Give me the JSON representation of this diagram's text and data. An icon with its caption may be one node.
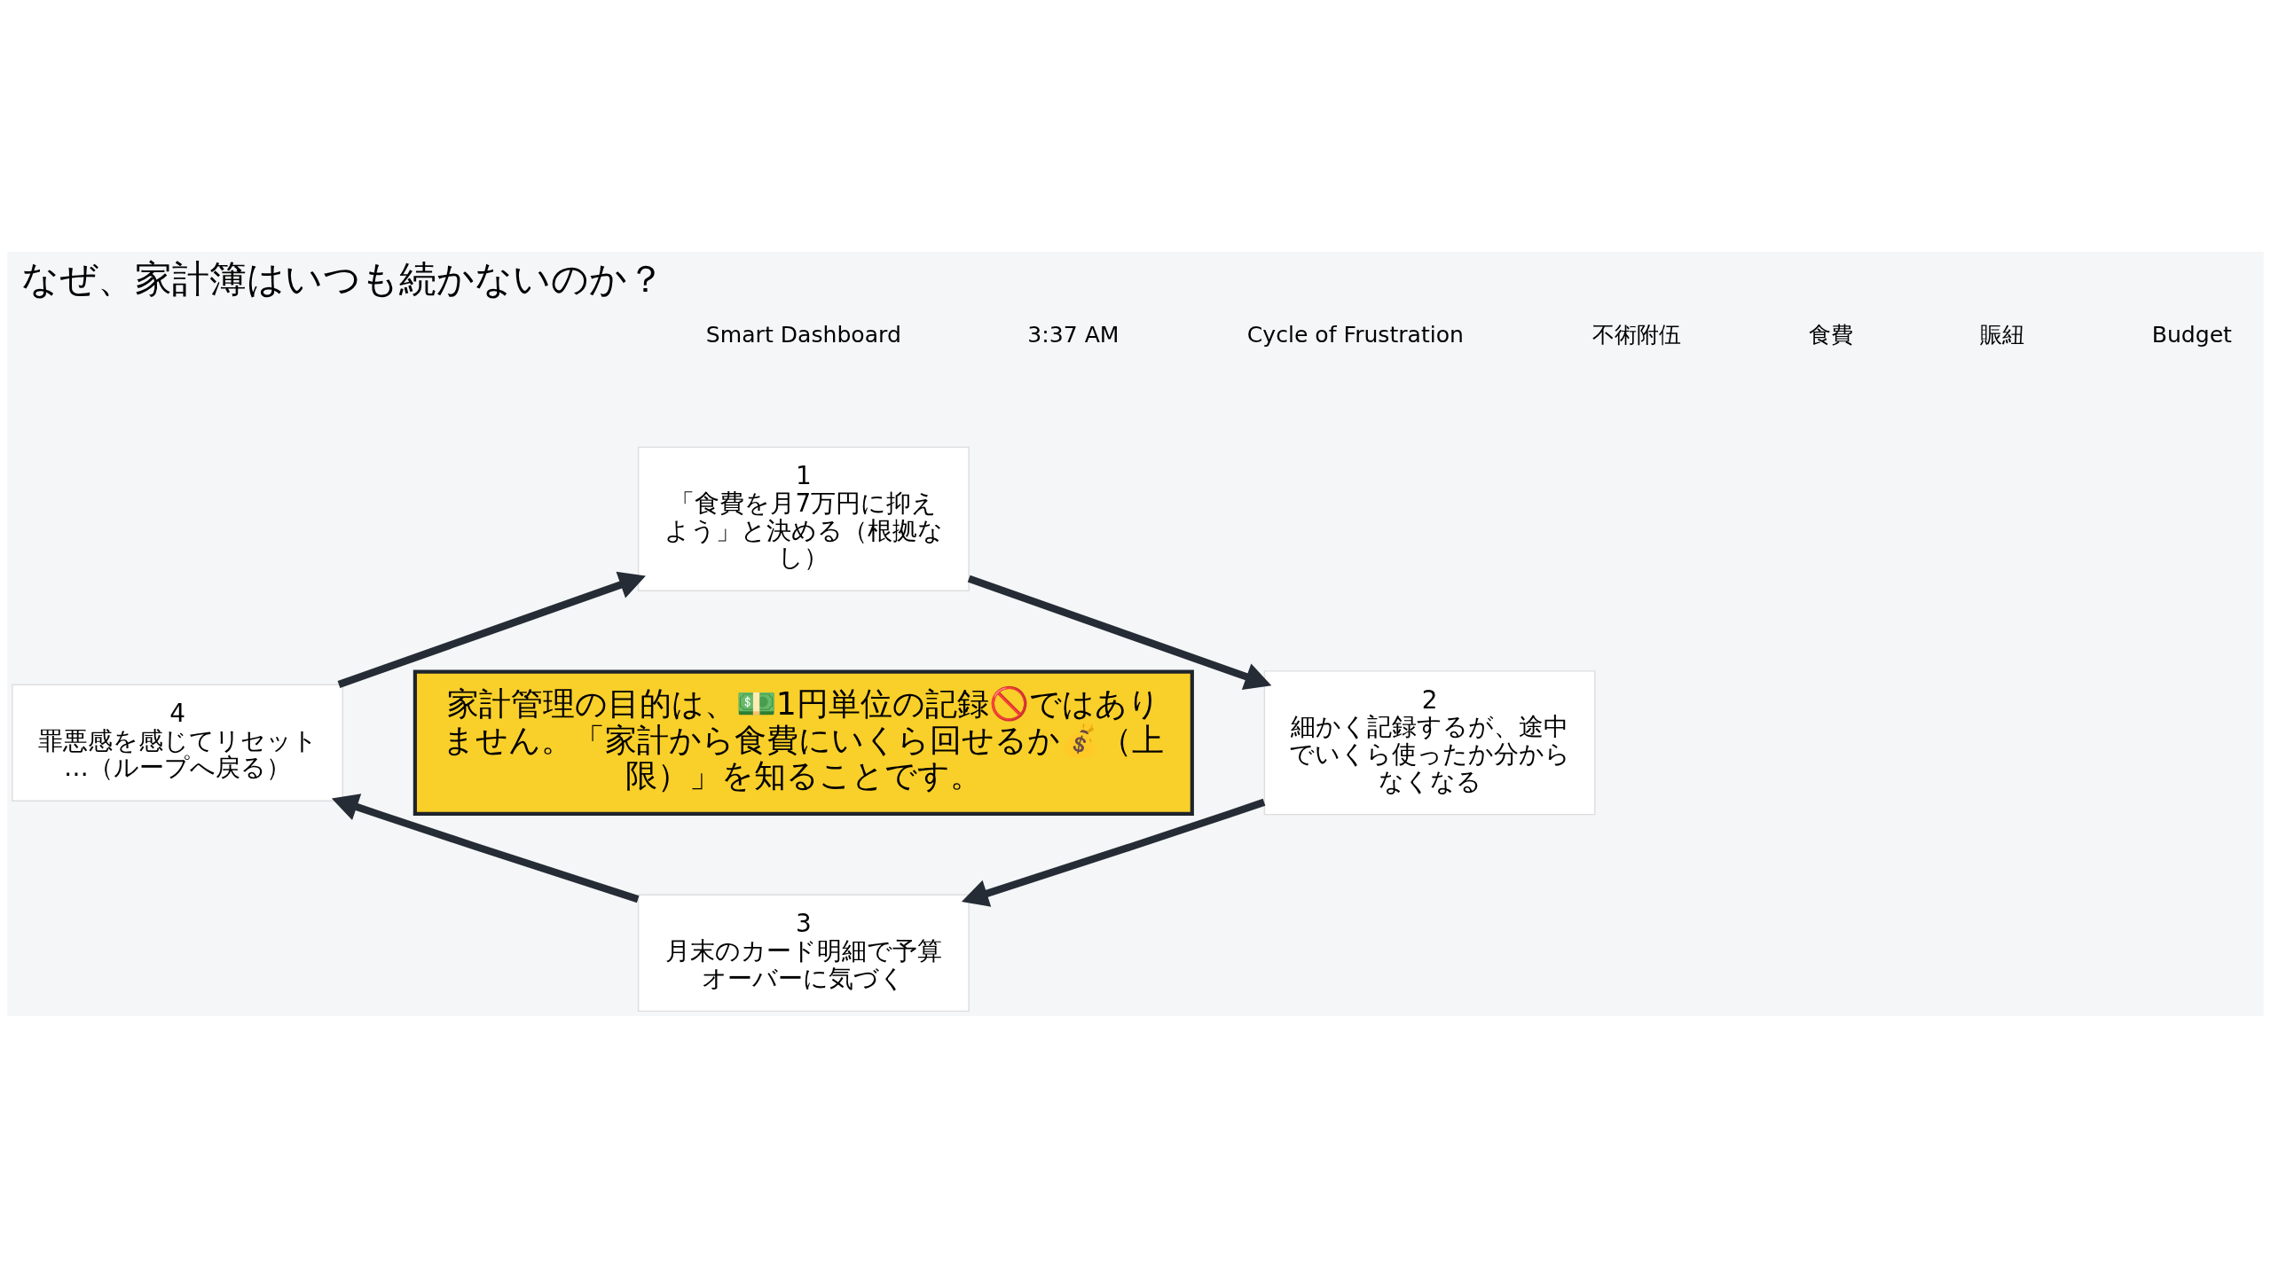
{
  "diagram": {
    "title": "なぜ、家計簿はいつも続かないのか？",
    "nodes": [
      {
        "text": [
          "1",
          "「食費を月7万円に抑えよう」と決める（根拠なし）"
        ]
      },
      {
        "text": [
          "2",
          "細かく記録するが、途中でいくら使ったか分からなくなる"
        ]
      },
      {
        "text": [
          "3",
          "月末のカード明細で予算オーバーに気づく"
        ]
      },
      {
        "text": [
          "4",
          "罪悪感を感じてリセット…（ループへ戻る）"
        ]
      },
      {
        "text": [
          "家計管理の目的は、💵1円単位の記録🚫ではありません。「家計から食費にいくら回せるか💰（上限）」を知ることです。"
        ]
      }
    ],
    "edges": [
      {
        "from": 0,
        "to": 1,
        "arrow": "to"
      },
      {
        "from": 1,
        "to": 2,
        "arrow": "to"
      },
      {
        "from": 2,
        "to": 3,
        "arrow": "to"
      },
      {
        "from": 3,
        "to": 0,
        "arrow": "to"
      }
    ],
    "labels": [
      "Smart Dashboard",
      "3:37 AM",
      "Cycle of Frustration",
      "不術附伍",
      "食費",
      "賑紐",
      "Budget"
    ]
  }
}
